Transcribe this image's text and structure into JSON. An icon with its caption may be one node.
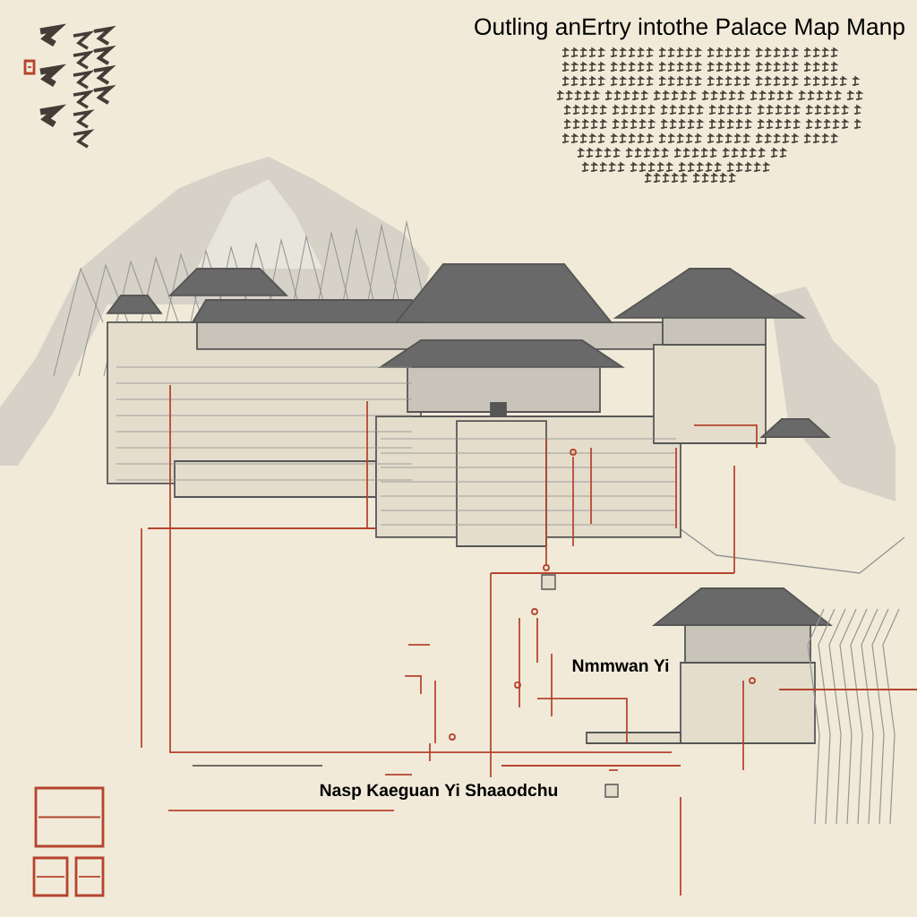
{
  "diagram": {
    "title": "Outling anErtry intothe Palace Map Manp",
    "labels": [
      "Nmmwan Yi",
      "Nasp Kaeguan Yi Shaaodchu"
    ]
  }
}
